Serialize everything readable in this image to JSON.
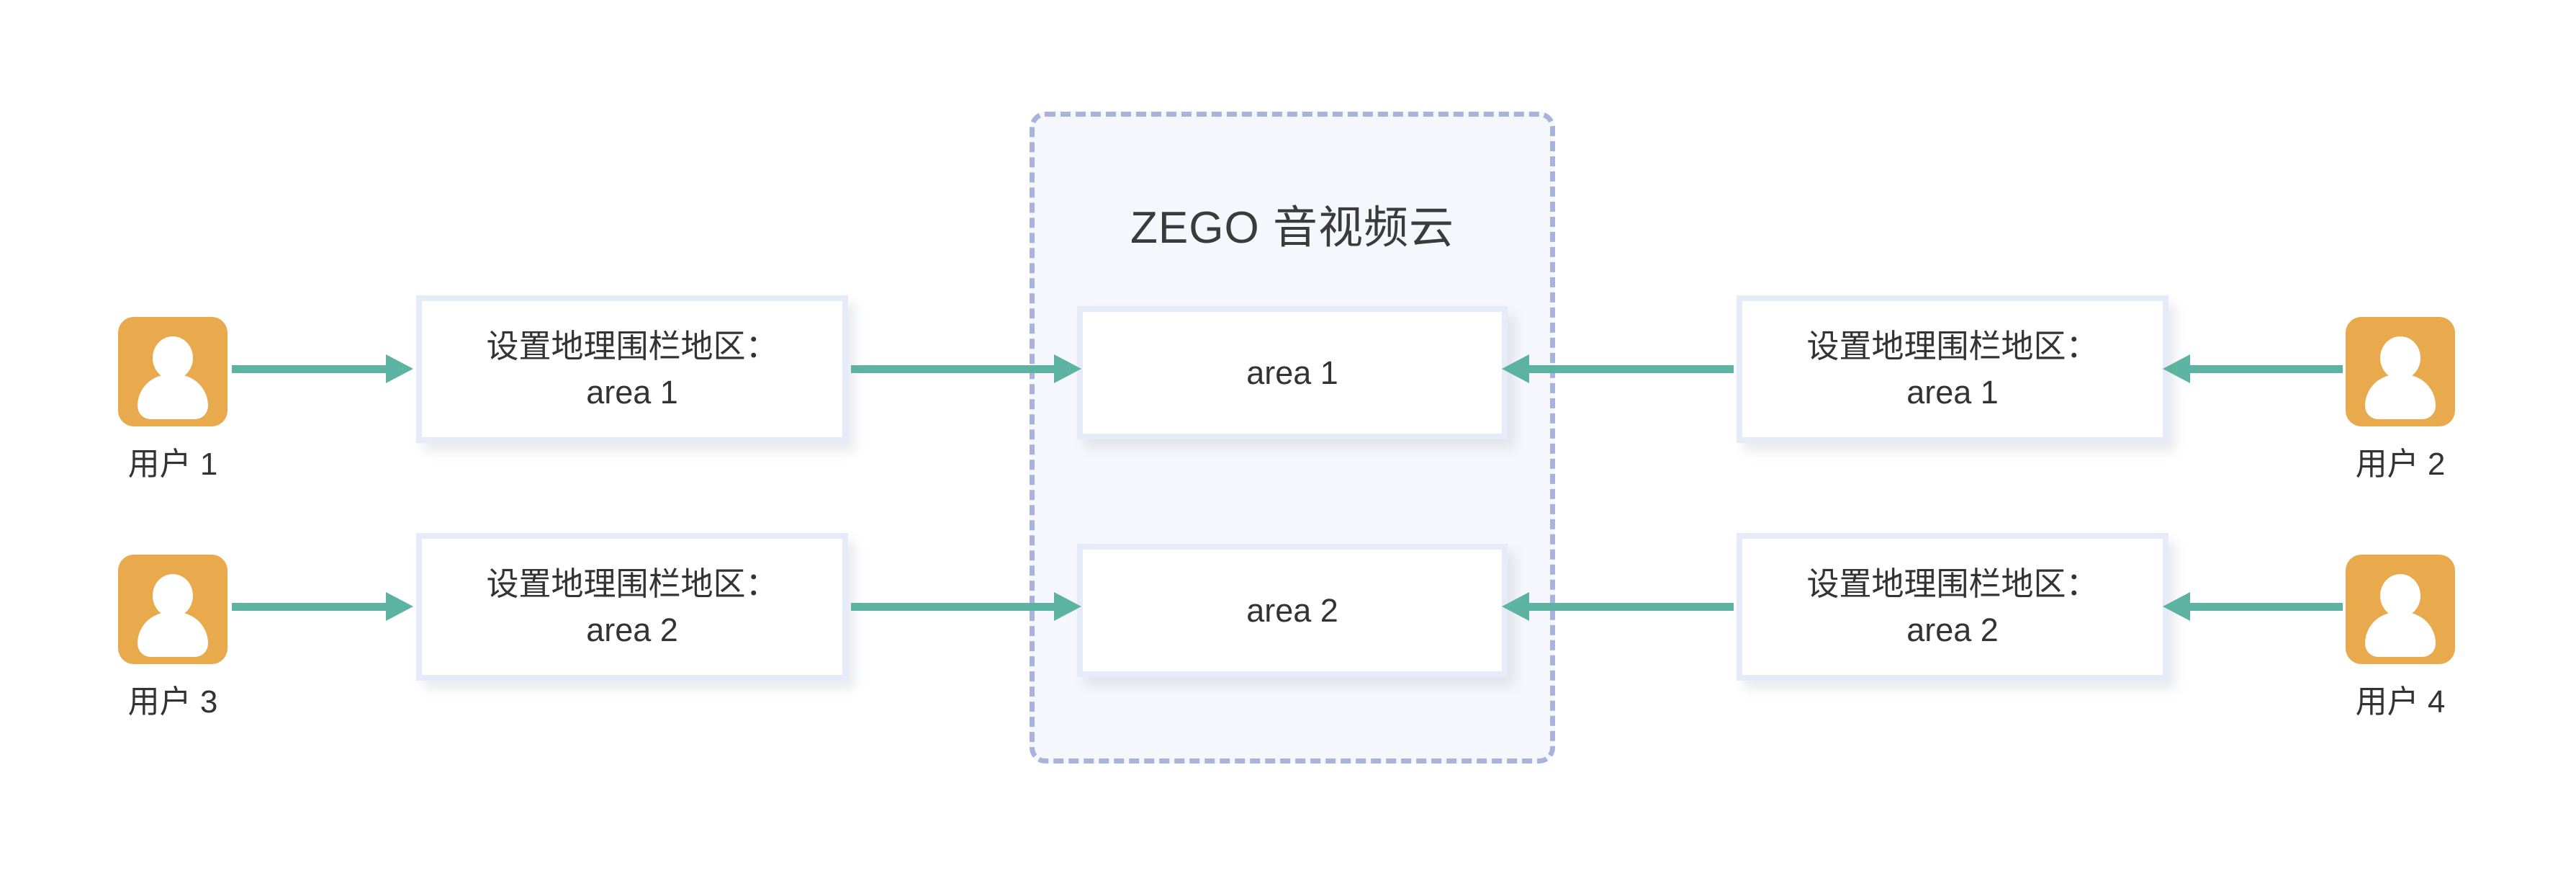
{
  "diagram": {
    "title": "ZEGO 音视频云",
    "colors": {
      "arrow": "#5cb3a1",
      "avatar": "#e9a94d",
      "cloud_border": "#aab3dc",
      "cloud_background": "#f5f7fc",
      "card_border": "#e6ebf9",
      "text": "#333333"
    },
    "cloud": {
      "label": "ZEGO 音视频云",
      "areas": [
        {
          "label": "area 1"
        },
        {
          "label": "area 2"
        }
      ]
    },
    "left_column": {
      "users": [
        {
          "label": "用户 1",
          "icon": "user-avatar-icon"
        },
        {
          "label": "用户 3",
          "icon": "user-avatar-icon"
        }
      ],
      "cards": [
        {
          "line1": "设置地理围栏地区：",
          "line2": "area 1"
        },
        {
          "line1": "设置地理围栏地区：",
          "line2": "area 2"
        }
      ]
    },
    "right_column": {
      "users": [
        {
          "label": "用户 2",
          "icon": "user-avatar-icon"
        },
        {
          "label": "用户 4",
          "icon": "user-avatar-icon"
        }
      ],
      "cards": [
        {
          "line1": "设置地理围栏地区：",
          "line2": "area 1"
        },
        {
          "line1": "设置地理围栏地区：",
          "line2": "area 2"
        }
      ]
    },
    "arrows": [
      {
        "name": "user1-to-card",
        "direction": "right"
      },
      {
        "name": "card-to-area1-left",
        "direction": "right"
      },
      {
        "name": "user2-to-card",
        "direction": "left"
      },
      {
        "name": "card-to-area1-right",
        "direction": "left"
      },
      {
        "name": "user3-to-card",
        "direction": "right"
      },
      {
        "name": "card-to-area2-left",
        "direction": "right"
      },
      {
        "name": "user4-to-card",
        "direction": "left"
      },
      {
        "name": "card-to-area2-right",
        "direction": "left"
      }
    ]
  }
}
